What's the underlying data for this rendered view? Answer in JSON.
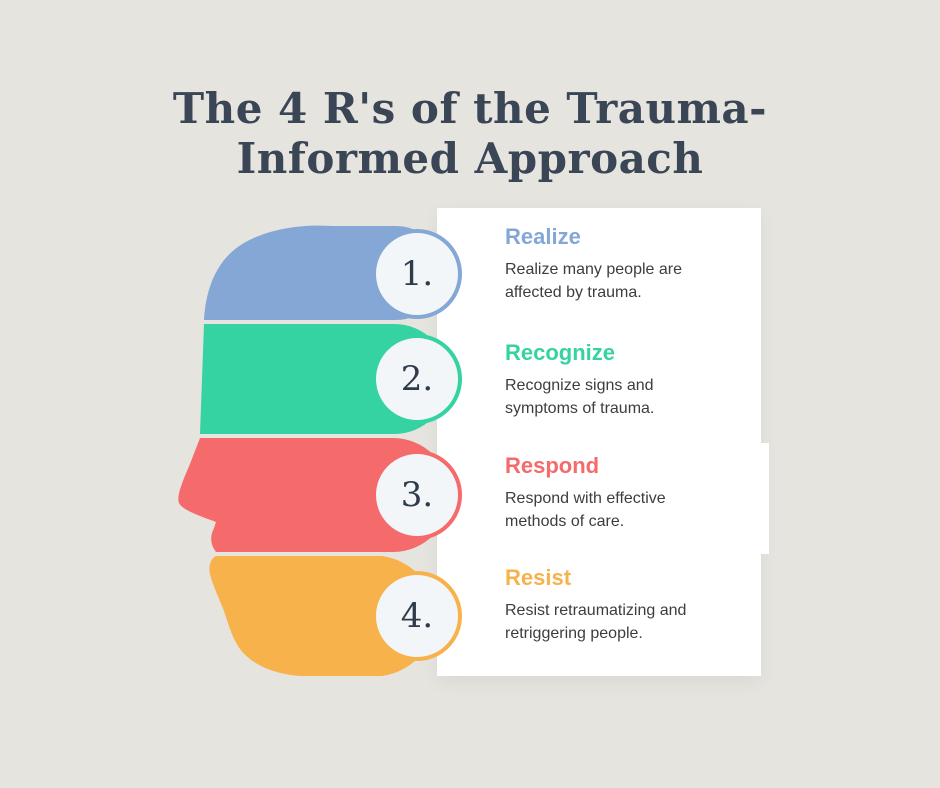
{
  "title": {
    "full": "The 4 R's of the Trauma-Informed Approach",
    "line1": "The 4 R's of the Trauma-",
    "line2": "Informed Approach"
  },
  "items": [
    {
      "number": "1.",
      "heading": "Realize",
      "body": "Realize many people are affected by trauma.",
      "color": "#84a7d6"
    },
    {
      "number": "2.",
      "heading": "Recognize",
      "body": "Recognize signs and symptoms of trauma.",
      "color": "#35d3a2"
    },
    {
      "number": "3.",
      "heading": "Respond",
      "body": "Respond with effective methods of care.",
      "color": "#f56a6a"
    },
    {
      "number": "4.",
      "heading": "Resist",
      "body": "Resist retraumatizing and retriggering people.",
      "color": "#f8b24c"
    }
  ],
  "colors": {
    "background": "#e5e4df",
    "card": "#ffffff",
    "title_text": "#3a4656",
    "number_text": "#2f3b4a",
    "circle_fill": "#f3f6f8",
    "body_text": "#3d3d3d"
  }
}
